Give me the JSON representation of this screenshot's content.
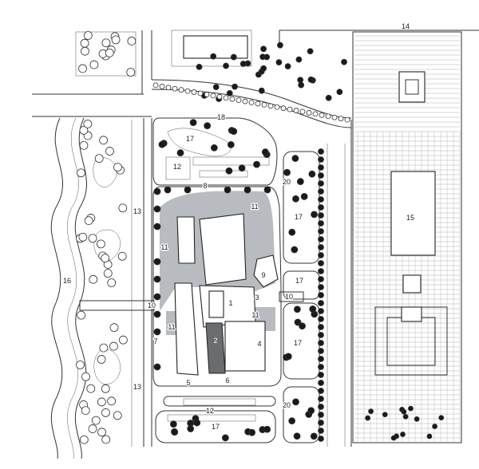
{
  "drawing": {
    "type": "site plan",
    "labels": {
      "building": "1",
      "courtyard": "2",
      "entry_small": "3",
      "entry_east": "4",
      "entry_south": "5",
      "service": "6",
      "entry_west": "7",
      "entry_north": "8",
      "pavilion": "9",
      "path_west": "10",
      "path_east": "10",
      "lawn_ne": "11",
      "lawn_nw": "11",
      "lawn_sw": "11",
      "lawn_se": "11",
      "parking_north": "12",
      "parking_south": "12",
      "park_west_upper": "13",
      "park_west_lower": "13",
      "top_plaza": "14",
      "plaza": "15",
      "river": "16",
      "garden_north": "17",
      "garden_east_1": "17",
      "garden_east_2": "17",
      "garden_east_3": "17",
      "garden_south": "17",
      "street_north": "18",
      "gate_north": "20",
      "gate_south": "20"
    },
    "colors": {
      "line": "#222222",
      "shade": "#b8bcc0",
      "tree": "#1a1a1a"
    }
  }
}
